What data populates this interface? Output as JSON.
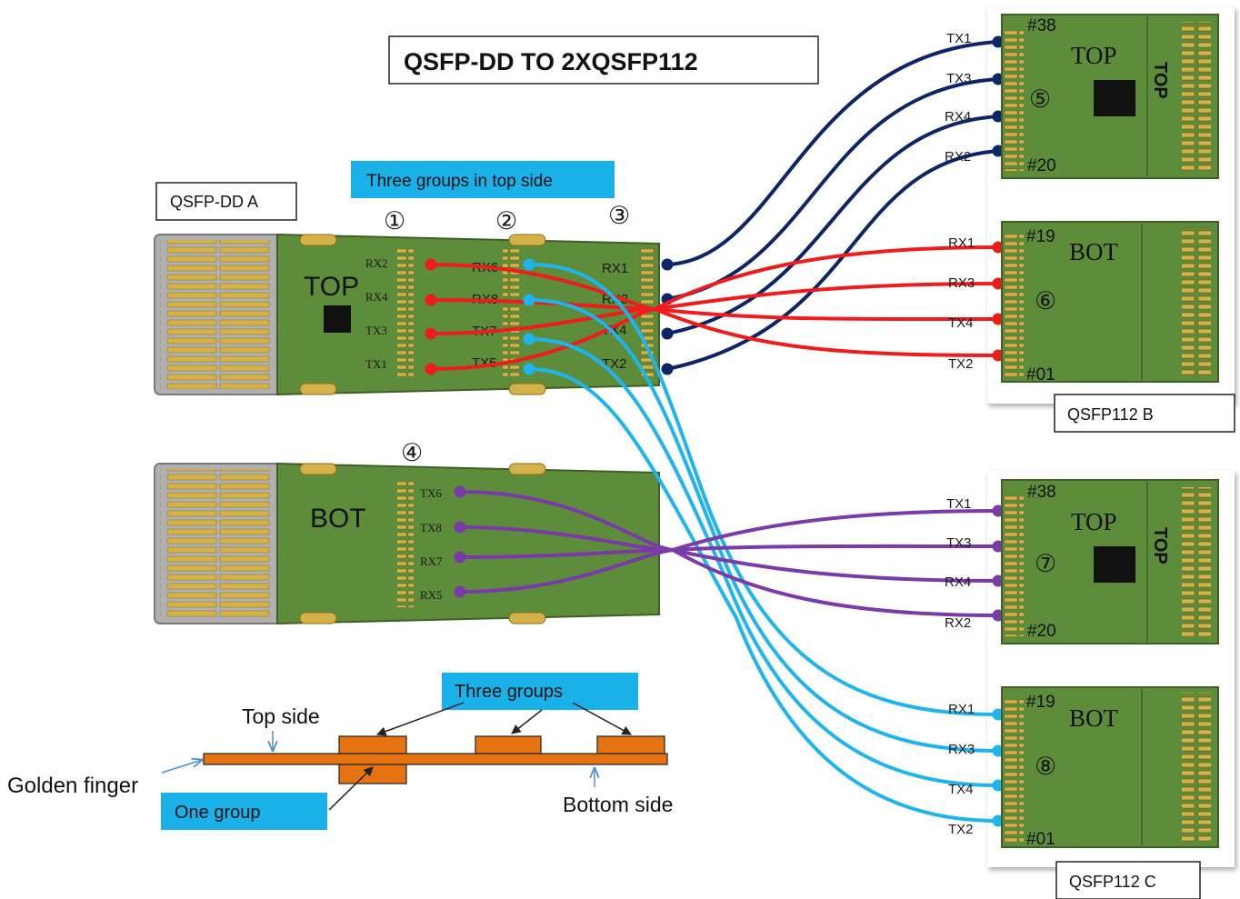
{
  "title": "QSFP-DD TO 2XQSFP112",
  "colors": {
    "navy": "#0d2466",
    "red": "#ee1c1c",
    "cyan": "#1fb4ec",
    "purple": "#7a3aa8",
    "pcb": "#5d8c3a",
    "orange": "#e67312",
    "callout": "#1ab0e8"
  },
  "qsfpdd": {
    "label": "QSFP-DD   A",
    "top_text": "TOP",
    "bot_text": "BOT",
    "callout_top": "Three groups  in top side",
    "group_numbers": [
      "①",
      "②",
      "③",
      "④"
    ],
    "group1_pins": [
      "RX2",
      "RX4",
      "TX3",
      "TX1"
    ],
    "group2_pins": [
      "RX6",
      "RX8",
      "TX7",
      "TX5"
    ],
    "group3_pins": [
      "RX1",
      "RX3",
      "TX4",
      "TX2"
    ],
    "group4_pins": [
      "TX6",
      "TX8",
      "RX7",
      "RX5"
    ]
  },
  "qsfp112_b": {
    "label": "QSFP112  B",
    "top": {
      "side_text": "TOP",
      "rot_text": "TOP",
      "number": "⑤",
      "pin_top": "#38",
      "pin_bottom": "#20",
      "pins": [
        "TX1",
        "TX3",
        "RX4",
        "RX2"
      ]
    },
    "bot": {
      "side_text": "BOT",
      "number": "⑥",
      "pin_top": "#19",
      "pin_bottom": "#01",
      "pins": [
        "RX1",
        "RX3",
        "TX4",
        "TX2"
      ]
    }
  },
  "qsfp112_c": {
    "label": "QSFP112  C",
    "top": {
      "side_text": "TOP",
      "rot_text": "TOP",
      "number": "⑦",
      "pin_top": "#38",
      "pin_bottom": "#20",
      "pins": [
        "TX1",
        "TX3",
        "RX4",
        "RX2"
      ]
    },
    "bot": {
      "side_text": "BOT",
      "number": "⑧",
      "pin_top": "#19",
      "pin_bottom": "#01",
      "pins": [
        "RX1",
        "RX3",
        "TX4",
        "TX2"
      ]
    }
  },
  "legend": {
    "three_groups": "Three groups",
    "top_side": "Top side",
    "golden_finger": "Golden finger",
    "one_group": "One group",
    "bottom_side": "Bottom side"
  }
}
